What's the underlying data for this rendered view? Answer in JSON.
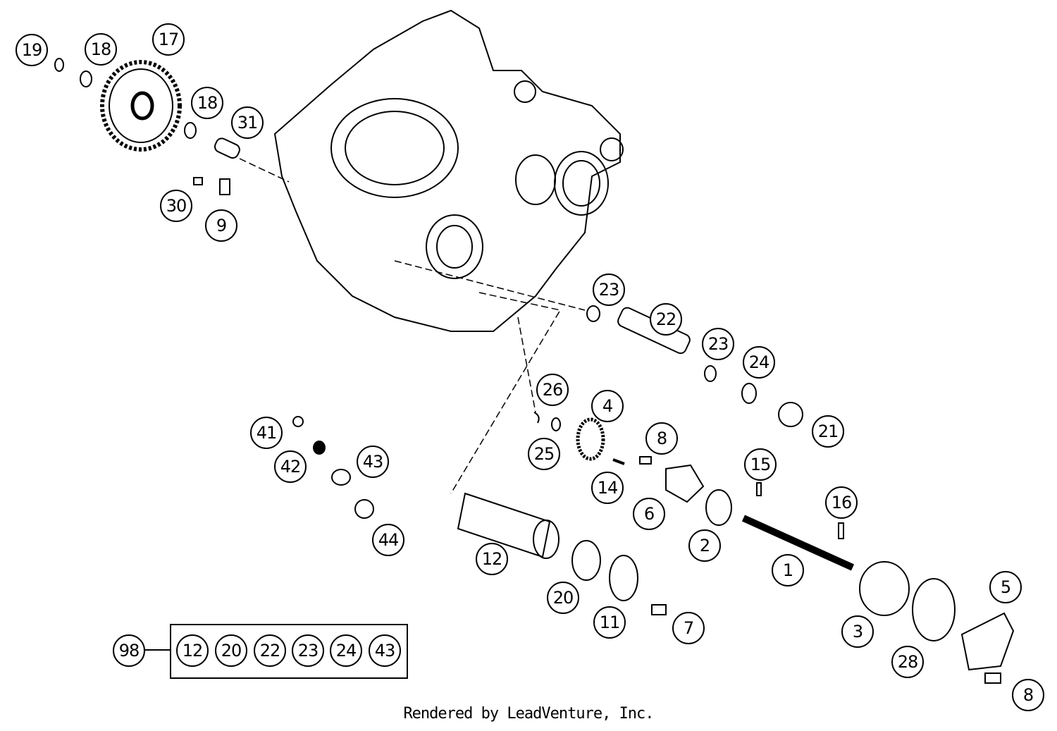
{
  "callouts": [
    {
      "label": "19"
    },
    {
      "label": "18"
    },
    {
      "label": "17"
    },
    {
      "label": "18"
    },
    {
      "label": "31"
    },
    {
      "label": "30"
    },
    {
      "label": "9"
    },
    {
      "label": "23"
    },
    {
      "label": "22"
    },
    {
      "label": "23"
    },
    {
      "label": "24"
    },
    {
      "label": "21"
    },
    {
      "label": "26"
    },
    {
      "label": "4"
    },
    {
      "label": "25"
    },
    {
      "label": "8"
    },
    {
      "label": "14"
    },
    {
      "label": "6"
    },
    {
      "label": "15"
    },
    {
      "label": "16"
    },
    {
      "label": "2"
    },
    {
      "label": "1"
    },
    {
      "label": "41"
    },
    {
      "label": "42"
    },
    {
      "label": "43"
    },
    {
      "label": "44"
    },
    {
      "label": "12"
    },
    {
      "label": "20"
    },
    {
      "label": "11"
    },
    {
      "label": "7"
    },
    {
      "label": "3"
    },
    {
      "label": "28"
    },
    {
      "label": "5"
    },
    {
      "label": "8"
    }
  ],
  "kit": {
    "label": "98",
    "items": [
      "12",
      "20",
      "22",
      "23",
      "24",
      "43"
    ]
  },
  "footer": "Rendered by LeadVenture, Inc."
}
